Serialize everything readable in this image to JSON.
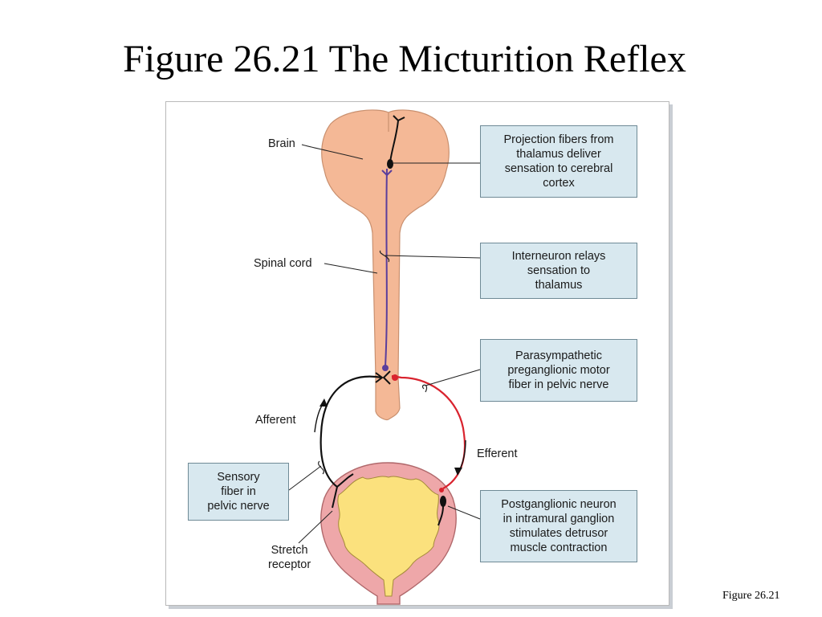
{
  "slide": {
    "title": "Figure 26.21  The Micturition Reflex",
    "caption": "Figure 26.21"
  },
  "labels": {
    "brain": "Brain",
    "spinal_cord": "Spinal cord",
    "afferent": "Afferent",
    "efferent": "Efferent",
    "stretch_receptor": "Stretch\nreceptor"
  },
  "callouts": {
    "projection_fibers": "Projection fibers from\nthalamus deliver\nsensation to cerebral\ncortex",
    "interneuron": "Interneuron relays\nsensation to\nthalamus",
    "parasympathetic": "Parasympathetic\npreganglionic motor\nfiber in pelvic nerve",
    "sensory_fiber": "Sensory\nfiber in\npelvic nerve",
    "postganglionic": "Postganglionic neuron\nin intramural ganglion\nstimulates detrusor\nmuscle contraction"
  },
  "colors": {
    "tissue": "#f4b896",
    "tissue_outline": "#c9906f",
    "bladder_wall": "#eea7a9",
    "bladder_lumen": "#fbe17d",
    "callout_fill": "#d8e8ef",
    "interneuron_fiber": "#5a3e9c",
    "efferent_fiber": "#d9232e",
    "afferent_fiber": "#111111"
  }
}
